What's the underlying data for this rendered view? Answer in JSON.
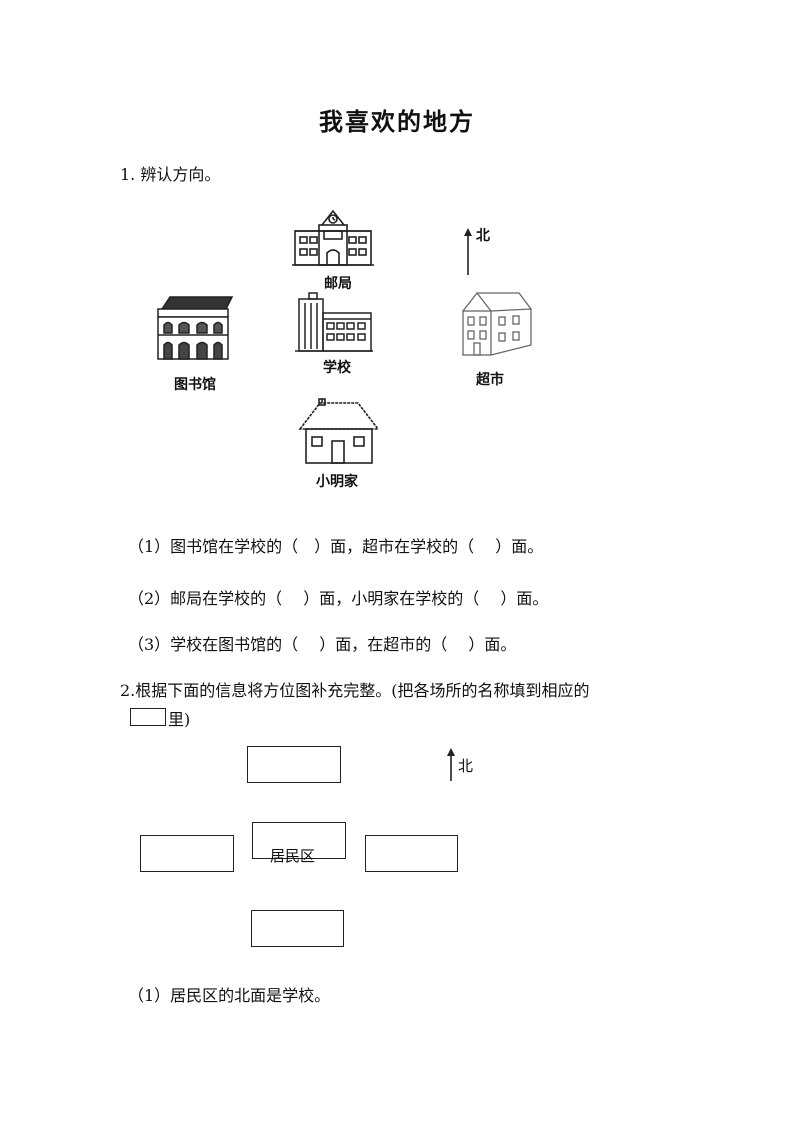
{
  "title": "我喜欢的地方",
  "q1": {
    "heading": "1. 辨认方向。",
    "compass_label": "北",
    "labels": {
      "post_office": "邮局",
      "library": "图书馆",
      "school": "学校",
      "supermarket": "超市",
      "xiaoming_home": "小明家"
    },
    "items": [
      "（1）图书馆在学校的（　）面，超市在学校的（　 ）面。",
      "（2）邮局在学校的（　 ）面，小明家在学校的（　 ）面。",
      "（3）学校在图书馆的（　 ）面，在超市的（　 ）面。"
    ]
  },
  "q2": {
    "heading": "2.根据下面的信息将方位图补充完整。(把各场所的名称填到相应的",
    "heading_cont": "里)",
    "compass_label": "北",
    "center_label": "居民区",
    "items": [
      "（1）居民区的北面是学校。"
    ]
  }
}
